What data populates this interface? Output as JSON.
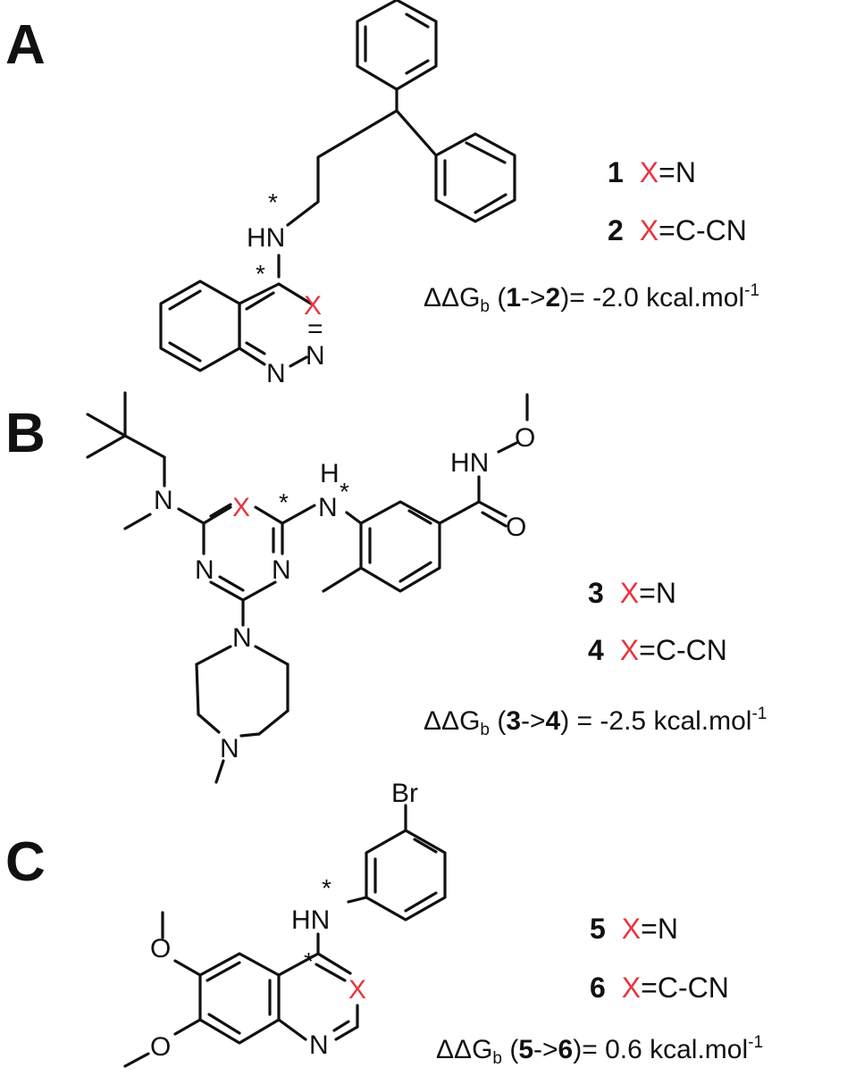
{
  "panels": [
    {
      "letter": "A",
      "compounds": [
        {
          "id": "1",
          "x": "X",
          "eq": "=",
          "val": "N"
        },
        {
          "id": "2",
          "x": "X",
          "eq": "=",
          "val": "C-CN"
        }
      ],
      "ddg": {
        "prefix": "ΔΔG",
        "sub": "b",
        "open": " (",
        "a": "1",
        "arrow": "->",
        "b": "2",
        "close": ")",
        "value": "= -2.0 kcal.mol",
        "exp": "-1"
      }
    },
    {
      "letter": "B",
      "compounds": [
        {
          "id": "3",
          "x": "X",
          "eq": "=",
          "val": "N"
        },
        {
          "id": "4",
          "x": "X",
          "eq": "=",
          "val": "C-CN"
        }
      ],
      "ddg": {
        "prefix": "ΔΔG",
        "sub": "b",
        "open": " (",
        "a": "3",
        "arrow": "->",
        "b": "4",
        "close": ")",
        "value": " = -2.5 kcal.mol",
        "exp": "-1"
      }
    },
    {
      "letter": "C",
      "compounds": [
        {
          "id": "5",
          "x": "X",
          "eq": "=",
          "val": "N"
        },
        {
          "id": "6",
          "x": "X",
          "eq": "=",
          "val": "C-CN"
        }
      ],
      "ddg": {
        "prefix": "ΔΔG",
        "sub": "b",
        "open": " (",
        "a": "5",
        "arrow": "->",
        "b": "6",
        "close": ")",
        "value": "= 0.6 kcal.mol",
        "exp": "-1"
      }
    }
  ],
  "atoms": {
    "hn": "HN",
    "h": "H",
    "n": "N",
    "o": "O",
    "br": "Br",
    "x": "X",
    "star": "*",
    "dbl": "="
  },
  "colors": {
    "ink": "#111111",
    "highlight": "#e8343f"
  }
}
